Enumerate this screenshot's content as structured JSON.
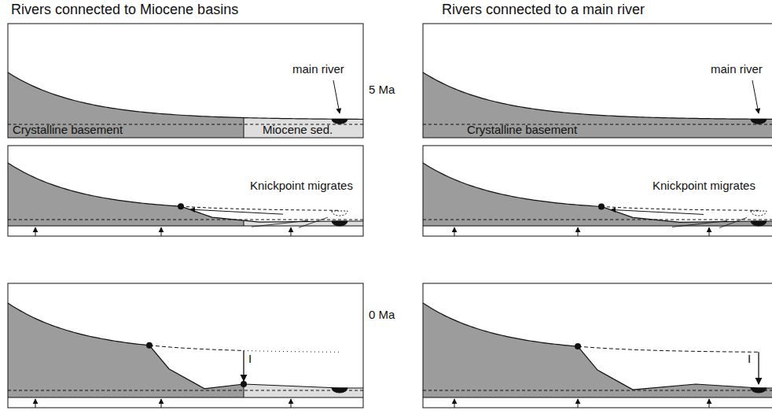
{
  "diagram": {
    "labels": [
      "Rivers connected to Miocene basins",
      "Rivers connected to a main river",
      "main river",
      "5 Ma",
      "main river",
      "Crystalline basement",
      "Miocene sed.",
      "Crystalline basement",
      "Knickpoint migrates",
      "Knickpoint migrates",
      "0 Ma",
      "I",
      "I"
    ]
  }
}
